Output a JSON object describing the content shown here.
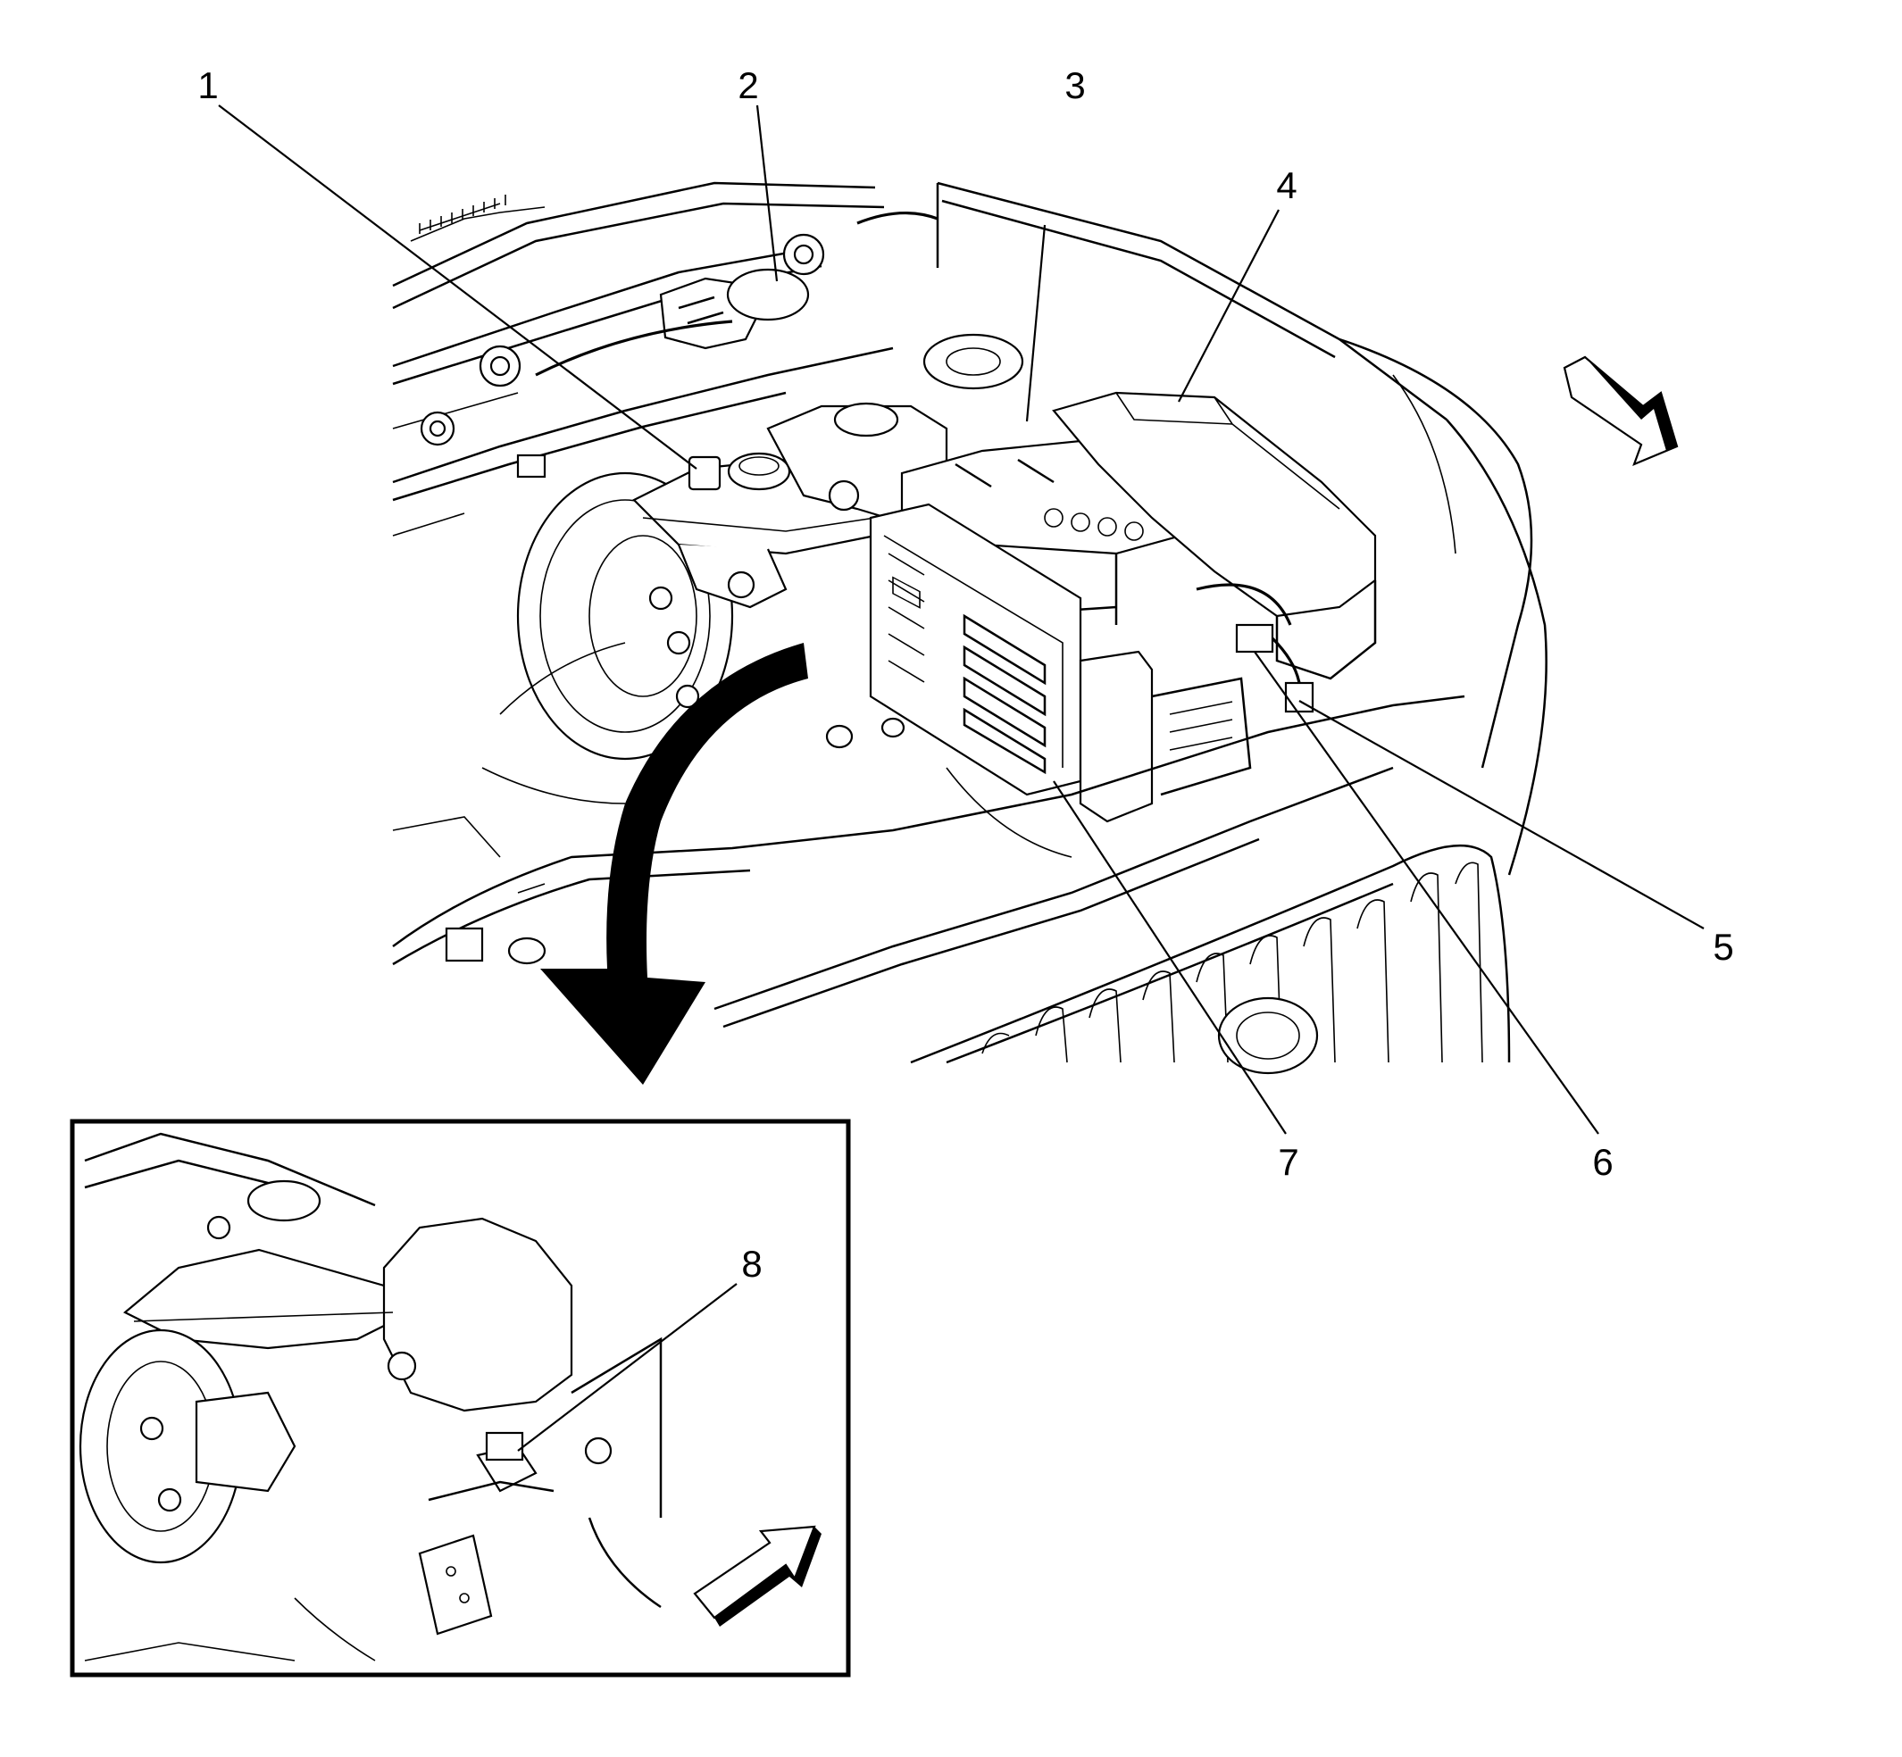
{
  "callouts": [
    {
      "id": "1",
      "label": "1"
    },
    {
      "id": "2",
      "label": "2"
    },
    {
      "id": "3",
      "label": "3"
    },
    {
      "id": "4",
      "label": "4"
    },
    {
      "id": "5",
      "label": "5"
    },
    {
      "id": "6",
      "label": "6"
    },
    {
      "id": "7",
      "label": "7"
    },
    {
      "id": "8",
      "label": "8"
    }
  ],
  "icons": {
    "main_direction": "forward-arrow-icon",
    "inset_direction": "forward-arrow-icon",
    "zoom_pointer": "curved-arrow-icon"
  },
  "colors": {
    "line": "#000000",
    "background": "#ffffff"
  }
}
